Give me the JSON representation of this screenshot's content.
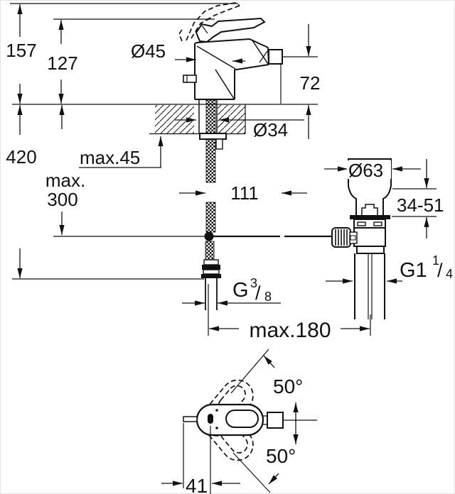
{
  "drawing": {
    "colors": {
      "line": "#111111",
      "background": "#ffffff"
    },
    "front_view": {
      "dim_157": "157",
      "dim_127": "127",
      "dim_420": "420",
      "dia_45": "Ø45",
      "dim_72": "72",
      "dia_34": "Ø34",
      "max_45": "max.45",
      "max_300_line1": "max.",
      "max_300_line2": "300",
      "dim_111": "111",
      "thread_spout": {
        "g": "G",
        "num": "3",
        "slash": "/",
        "den": "8"
      },
      "max_180": "max.180"
    },
    "drain_view": {
      "dia_63": "Ø63",
      "dim_34_51": "34-51",
      "thread_drain": {
        "g": "G1",
        "num": "1",
        "slash": "/",
        "den": "4"
      }
    },
    "top_view": {
      "angle_upper": "50°",
      "angle_lower": "50°",
      "dim_41": "41"
    }
  }
}
